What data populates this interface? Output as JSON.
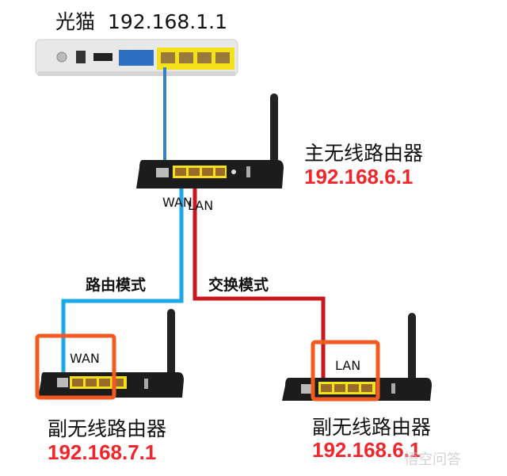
{
  "modem": {
    "label": "光猫",
    "ip": "192.168.1.1"
  },
  "main_router": {
    "label": "主无线路由器",
    "ip": "192.168.6.1",
    "wan_label": "WAN",
    "lan_label": "LAN"
  },
  "modes": {
    "router_mode": "路由模式",
    "switch_mode": "交换模式"
  },
  "sub_router_left": {
    "label": "副无线路由器",
    "ip": "192.168.7.1",
    "port_label": "WAN"
  },
  "sub_router_right": {
    "label": "副无线路由器",
    "ip": "192.168.6.1",
    "port_label": "LAN"
  },
  "watermark": "悟空问答",
  "colors": {
    "ip": "#f0262c",
    "highlight": "#f25a22",
    "cable_blue": "#3b7fc4",
    "cable_cyan": "#1aa8e8",
    "cable_red": "#c8161d",
    "port_yellow": "#f5e11a"
  }
}
